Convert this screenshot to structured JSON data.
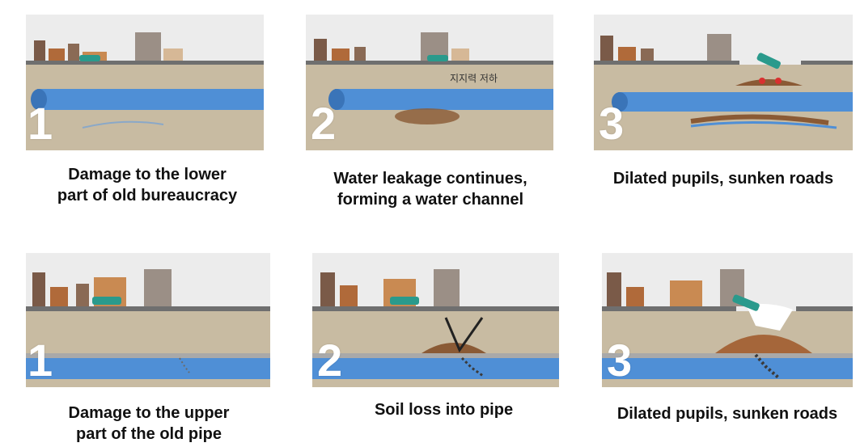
{
  "row_leak": {
    "panels": [
      {
        "step": "1",
        "caption": "Damage to the lower\npart of old bureaucracy"
      },
      {
        "step": "2",
        "caption": "Water leakage continues,\nforming a water channel",
        "overlay_text": "지지력 저하"
      },
      {
        "step": "3",
        "caption": "Dilated pupils, sunken roads"
      }
    ]
  },
  "row_soil": {
    "panels": [
      {
        "step": "1",
        "caption": "Damage to the upper\npart of the old pipe"
      },
      {
        "step": "2",
        "caption": "Soil loss into pipe"
      },
      {
        "step": "3",
        "caption": "Dilated pupils, sunken roads"
      }
    ]
  },
  "colors": {
    "soil": "#c8bba2",
    "road": "#6f6f6f",
    "pipe": "#4f8fd6",
    "void": "#8a5a35",
    "car": "#2a9a8c"
  }
}
